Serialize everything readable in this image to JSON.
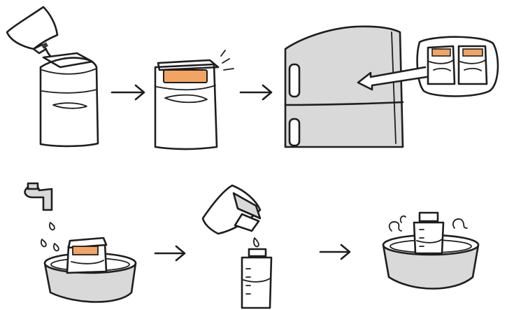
{
  "colors": {
    "ink": "#1e1e1e",
    "label_orange": "#f2a463",
    "metal_grey": "#d9d9d9",
    "shadow_grey": "#3a3a3a",
    "background": "#ffffff"
  },
  "steps": [
    {
      "id": 1,
      "icon": "pour-into-bag-icon"
    },
    {
      "id": 2,
      "icon": "seal-labeled-bag-icon"
    },
    {
      "id": 3,
      "icon": "fridge-storage-icon"
    },
    {
      "id": 4,
      "icon": "thaw-in-basin-icon"
    },
    {
      "id": 5,
      "icon": "pour-into-bottle-icon"
    },
    {
      "id": 6,
      "icon": "warm-bottle-in-basin-icon"
    }
  ],
  "arrows": [
    {
      "from": 1,
      "to": 2,
      "icon": "right-arrow-icon"
    },
    {
      "from": 2,
      "to": 3,
      "icon": "right-arrow-icon"
    },
    {
      "from": 4,
      "to": 5,
      "icon": "right-arrow-icon"
    },
    {
      "from": 5,
      "to": 6,
      "icon": "right-arrow-icon"
    }
  ]
}
